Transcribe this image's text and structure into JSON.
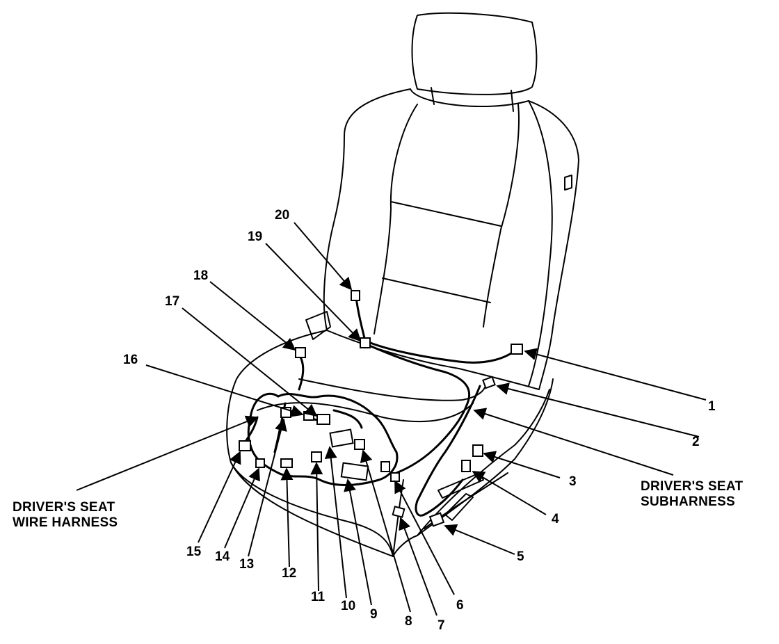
{
  "callouts": {
    "c1": "1",
    "c2": "2",
    "c3": "3",
    "c4": "4",
    "c5": "5",
    "c6": "6",
    "c7": "7",
    "c8": "8",
    "c9": "9",
    "c10": "10",
    "c11": "11",
    "c12": "12",
    "c13": "13",
    "c14": "14",
    "c15": "15",
    "c16": "16",
    "c17": "17",
    "c18": "18",
    "c19": "19",
    "c20": "20"
  },
  "labels": {
    "wire_harness_line1": "DRIVER'S SEAT",
    "wire_harness_line2": "WIRE HARNESS",
    "subharness_line1": "DRIVER'S SEAT",
    "subharness_line2": "SUBHARNESS"
  }
}
